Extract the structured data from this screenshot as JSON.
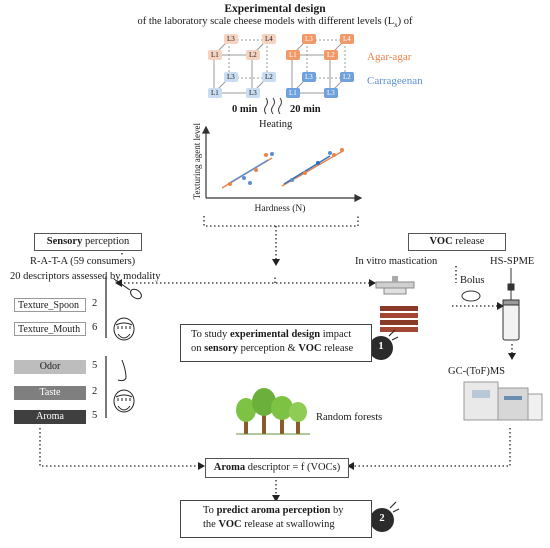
{
  "title": {
    "line1": "Experimental design",
    "line2_pre": "of the laboratory scale cheese models with different levels (L",
    "line2_sub": "x",
    "line2_post": ") of"
  },
  "cube": {
    "labels": [
      "L3",
      "L4",
      "L1",
      "L2",
      "L3",
      "L2",
      "L1",
      "L3"
    ],
    "time_0": "0 min",
    "time_20": "20 min",
    "heating": "Heating",
    "agar": "Agar-agar",
    "carrageenan": "Carrageenan"
  },
  "plot": {
    "ylabel": "Texturing agent level",
    "xlabel": "Hardness (N)"
  },
  "sensory": {
    "title_bold": "Sensory",
    "title_rest": " perception",
    "rata": "R-A-T-A (59 consumers)",
    "subtitle": "20 descriptors assessed by modality",
    "modalities": [
      {
        "label": "Texture_Spoon",
        "count": "2"
      },
      {
        "label": "Texture_Mouth",
        "count": "6"
      },
      {
        "label": "Odor",
        "count": "5"
      },
      {
        "label": "Taste",
        "count": "2"
      },
      {
        "label": "Aroma",
        "count": "5"
      }
    ]
  },
  "voc": {
    "title_bold": "VOC",
    "title_rest": " release",
    "mastication": "In vitro mastication",
    "bolus": "Bolus",
    "hsspme": "HS-SPME",
    "gcms": "GC-(ToF)MS"
  },
  "goal1": {
    "l1a": "To study ",
    "l1b": "experimental design",
    "l1c": " impact",
    "l2a": "on ",
    "l2b": "sensory",
    "l2c": " perception & ",
    "l2d": "VOC",
    "l2e": " release",
    "num": "1"
  },
  "rf": {
    "label": "Random forests"
  },
  "equation": {
    "bold": "Aroma",
    "rest": " descriptor = f (VOCs)"
  },
  "goal2": {
    "l1a": "To ",
    "l1b": "predict aroma perception",
    "l1c": " by",
    "l2a": "the ",
    "l2b": "VOC",
    "l2c": " release at swallowing",
    "num": "2"
  },
  "colors": {
    "agar": "#e8834a",
    "carrageenan": "#5b8fd0",
    "odor_bar": "#bdbdbd",
    "taste_bar": "#7f7f7f",
    "aroma_bar": "#3f3f3f",
    "tree_green": "#7dc242",
    "trunk": "#8b5a2b"
  }
}
